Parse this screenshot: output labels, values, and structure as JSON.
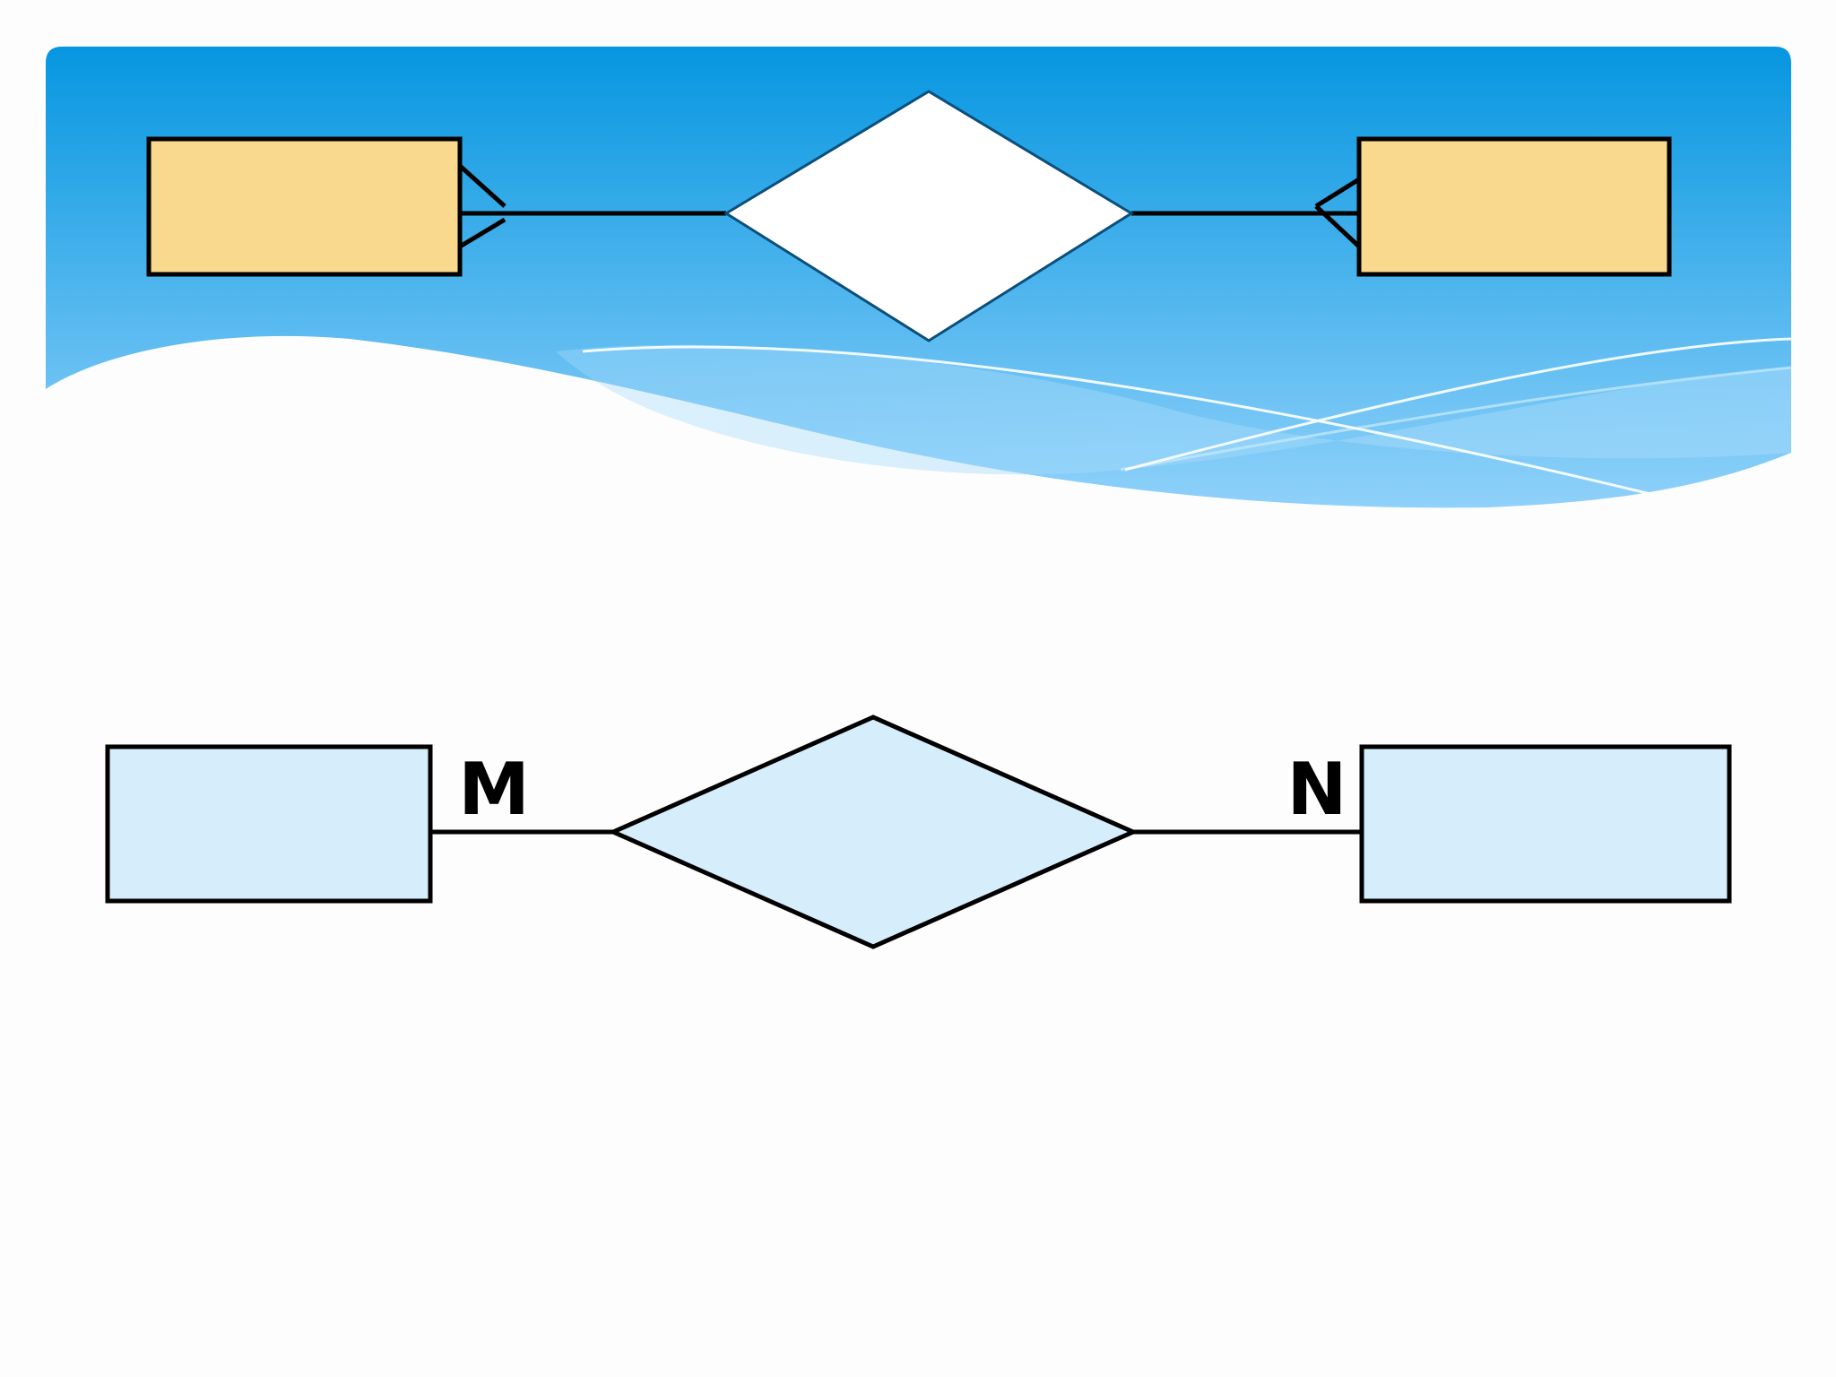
{
  "theme": {
    "banner_top_color": "#0696e0",
    "banner_bottom_color": "#8fd1fa",
    "page_background": "#fdfdfd",
    "crowfoot_entity_fill": "#f8d98d",
    "crowfoot_relationship_fill": "#ffffff",
    "chen_entity_fill": "#d6eefc",
    "chen_relationship_fill": "#d6eefc",
    "line_color": "#000000"
  },
  "crowfoot_diagram": {
    "left_entity": {
      "label": ""
    },
    "relationship": {
      "label": ""
    },
    "right_entity": {
      "label": ""
    },
    "left_end": "crow-foot-many",
    "right_end": "crow-foot-many"
  },
  "chen_diagram": {
    "left_entity": {
      "label": ""
    },
    "relationship": {
      "label": ""
    },
    "right_entity": {
      "label": ""
    },
    "left_cardinality": "M",
    "right_cardinality": "N"
  }
}
